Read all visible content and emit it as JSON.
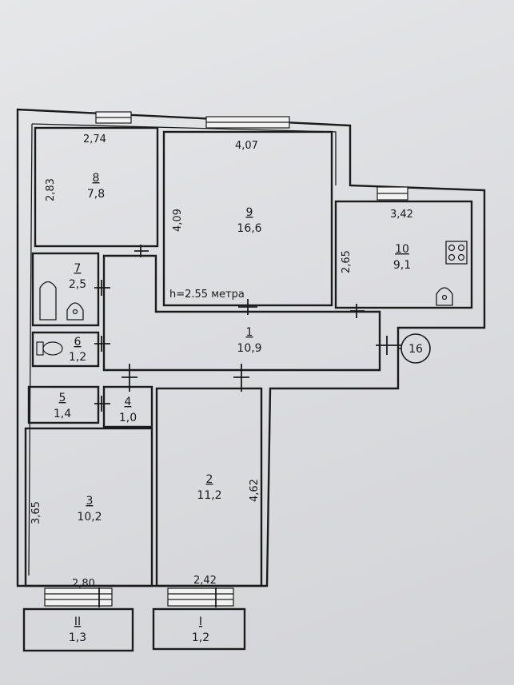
{
  "plan": {
    "height_note": "h=2.55 метра",
    "stair_marker": "16",
    "rooms": [
      {
        "num": "8",
        "area": "7,8",
        "dim_top": "2,74",
        "dim_side": "2,83"
      },
      {
        "num": "9",
        "area": "16,6",
        "dim_top": "4,07",
        "dim_side": "4,09"
      },
      {
        "num": "10",
        "area": "9,1",
        "dim_top": "3,42",
        "dim_side": "2,65"
      },
      {
        "num": "7",
        "area": "2,5"
      },
      {
        "num": "6",
        "area": "1,2"
      },
      {
        "num": "1",
        "area": "10,9"
      },
      {
        "num": "5",
        "area": "1,4"
      },
      {
        "num": "4",
        "area": "1,0"
      },
      {
        "num": "3",
        "area": "10,2",
        "dim_bottom": "2,80",
        "dim_side": "3,65"
      },
      {
        "num": "2",
        "area": "11,2",
        "dim_bottom": "2,42",
        "dim_side": "4,62"
      }
    ],
    "balconies": [
      {
        "num": "II",
        "area": "1,3"
      },
      {
        "num": "I",
        "area": "1,2"
      }
    ]
  }
}
